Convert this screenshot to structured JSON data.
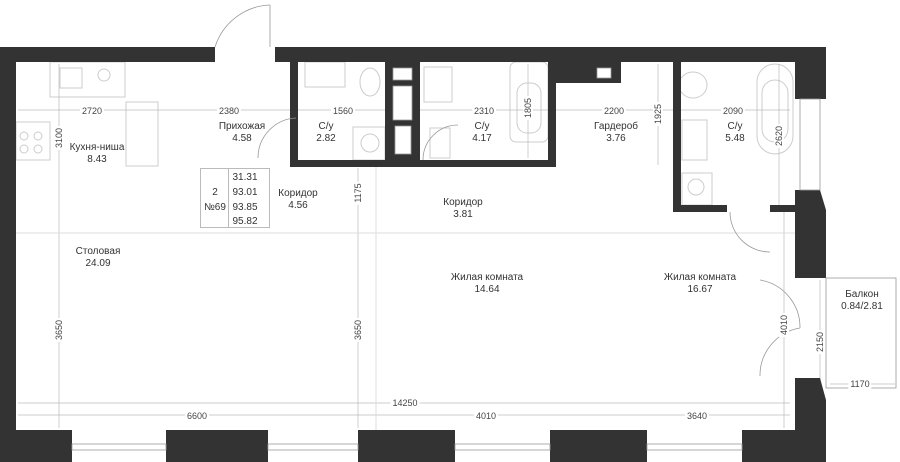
{
  "apartment": {
    "rooms_count": "2",
    "number": "№69",
    "areas": [
      "31.31",
      "93.01",
      "93.85",
      "95.82"
    ]
  },
  "rooms": [
    {
      "name": "Кухня-ниша",
      "area": "8.43"
    },
    {
      "name": "Прихожая",
      "area": "4.58"
    },
    {
      "name": "С/у",
      "area": "2.82"
    },
    {
      "name": "С/у",
      "area": "4.17"
    },
    {
      "name": "Гардероб",
      "area": "3.76"
    },
    {
      "name": "С/у",
      "area": "5.48"
    },
    {
      "name": "Коридор",
      "area": "4.56"
    },
    {
      "name": "Коридор",
      "area": "3.81"
    },
    {
      "name": "Столовая",
      "area": "24.09"
    },
    {
      "name": "Жилая комната",
      "area": "14.64"
    },
    {
      "name": "Жилая комната",
      "area": "16.67"
    },
    {
      "name": "Балкон",
      "area": "0.84/2.81"
    }
  ],
  "dimensions": [
    "2720",
    "2380",
    "1560",
    "2310",
    "2200",
    "2090",
    "3100",
    "1805",
    "1925",
    "2620",
    "1175",
    "3650",
    "3650",
    "4010",
    "2150",
    "1170",
    "14250",
    "6600",
    "4010",
    "3640"
  ],
  "colors": {
    "wall": "#333333",
    "line": "#bbbbbb"
  }
}
